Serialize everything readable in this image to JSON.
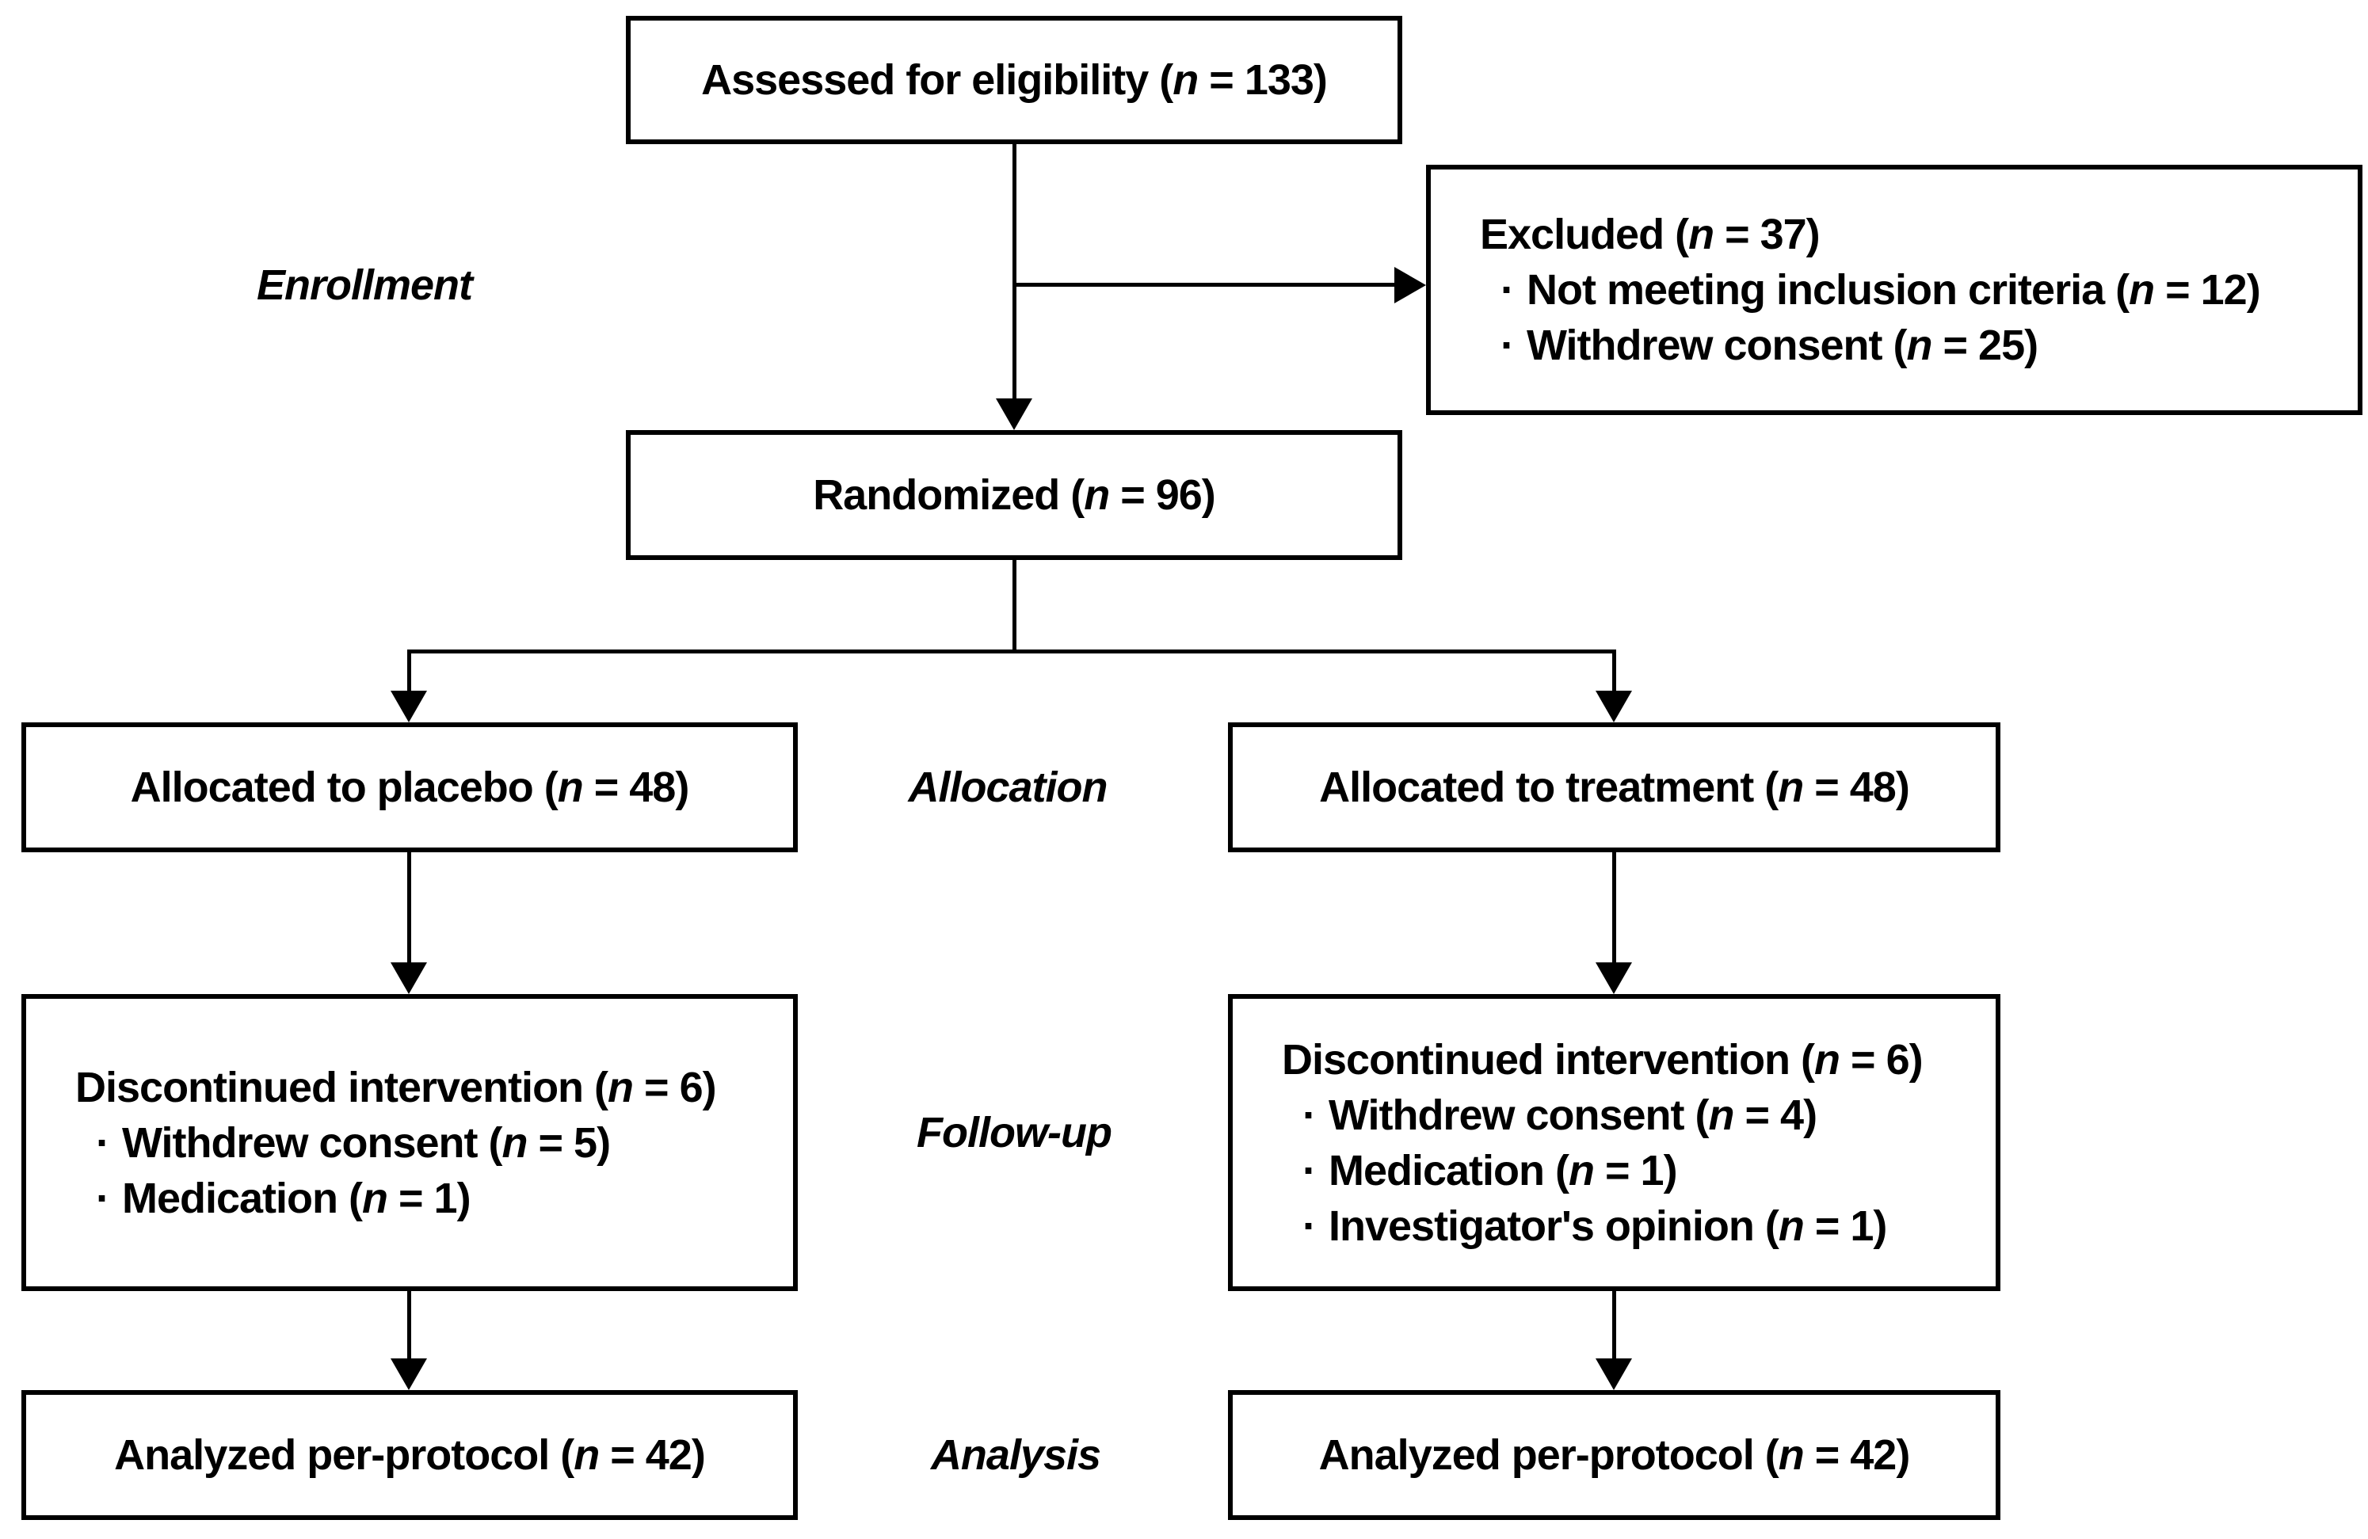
{
  "colors": {
    "background": "#ffffff",
    "ink": "#000000"
  },
  "stage_labels": {
    "enrollment": "Enrollment",
    "allocation": "Allocation",
    "followup": "Follow-up",
    "analysis": "Analysis"
  },
  "boxes": {
    "assessed": {
      "lines": [
        {
          "pre": "Assessed for eligibility (",
          "n": "n",
          "post": " = 133)"
        }
      ]
    },
    "excluded": {
      "lines": [
        {
          "pre": "Excluded (",
          "n": "n",
          "post": " = 37)"
        },
        {
          "bullet": "·",
          "pre": "Not meeting inclusion criteria (",
          "n": "n",
          "post": " = 12)"
        },
        {
          "bullet": "·",
          "pre": "Withdrew consent (",
          "n": "n",
          "post": " = 25)"
        }
      ]
    },
    "randomized": {
      "lines": [
        {
          "pre": "Randomized (",
          "n": "n",
          "post": " = 96)"
        }
      ]
    },
    "alloc_placebo": {
      "lines": [
        {
          "pre": "Allocated to placebo (",
          "n": "n",
          "post": " = 48)"
        }
      ]
    },
    "alloc_treatment": {
      "lines": [
        {
          "pre": "Allocated to treatment (",
          "n": "n",
          "post": " = 48)"
        }
      ]
    },
    "disc_placebo": {
      "lines": [
        {
          "pre": "Discontinued intervention (",
          "n": "n",
          "post": " = 6)"
        },
        {
          "bullet": "·",
          "pre": "Withdrew consent (",
          "n": "n",
          "post": " = 5)"
        },
        {
          "bullet": "·",
          "pre": "Medication (",
          "n": "n",
          "post": " = 1)"
        }
      ]
    },
    "disc_treatment": {
      "lines": [
        {
          "pre": "Discontinued intervention (",
          "n": "n",
          "post": " = 6)"
        },
        {
          "bullet": "·",
          "pre": "Withdrew consent (",
          "n": "n",
          "post": " = 4)"
        },
        {
          "bullet": "·",
          "pre": "Medication (",
          "n": "n",
          "post": " = 1)"
        },
        {
          "bullet": "·",
          "pre": "Investigator's opinion (",
          "n": "n",
          "post": " = 1)"
        }
      ]
    },
    "analyzed_placebo": {
      "lines": [
        {
          "pre": "Analyzed per-protocol (",
          "n": "n",
          "post": " = 42)"
        }
      ]
    },
    "analyzed_treatment": {
      "lines": [
        {
          "pre": "Analyzed per-protocol (",
          "n": "n",
          "post": " = 42)"
        }
      ]
    }
  }
}
